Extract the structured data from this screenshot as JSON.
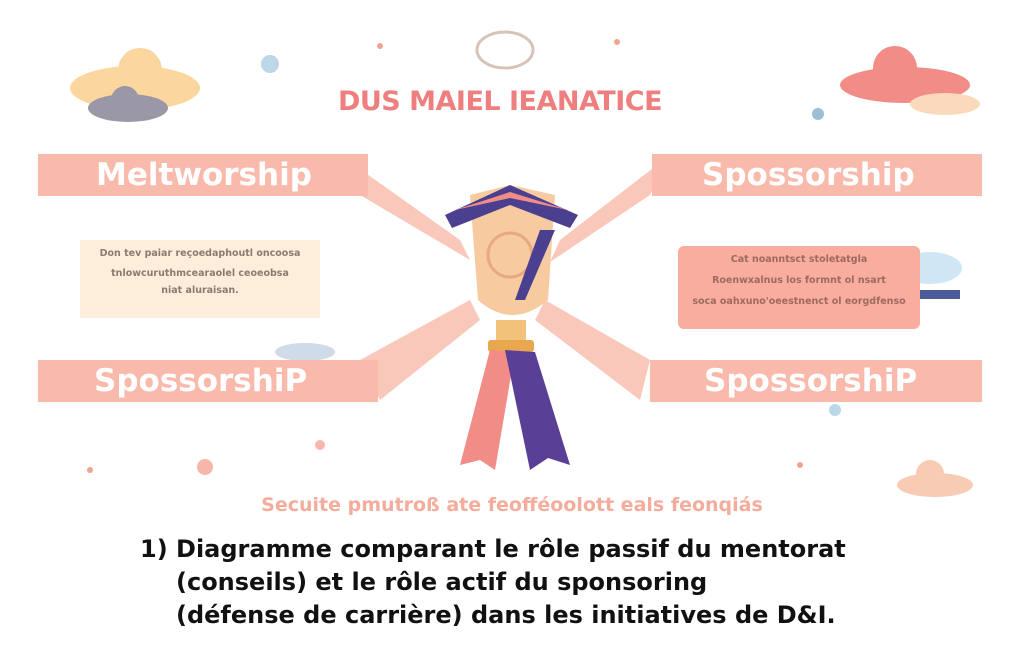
{
  "title": "DUS MAIEL IEANATICE",
  "bands": {
    "top_left": "Meltworship",
    "top_right": "Spossorship",
    "bottom_left": "SpossorshiP",
    "bottom_right": "SpossorshiP"
  },
  "left_box": [
    "Don tev paiar reçoedaphoutl oncoosa",
    "tnlowcuruthmcearaolel ceoeobsa",
    "niat aluraisan."
  ],
  "right_box": [
    "Cat noanntsct stoletatgla",
    "Roenwxalnus los formnt ol nsart",
    "soca oahxuno'oeestnenct ol eorgdfenso"
  ],
  "subtitle": "Secuite pmutroß ate feofféoolott eals feonqiás",
  "caption": [
    "1)  Diagramme comparant le rôle passif du mentorat",
    "(conseils) et le rôle actif du sponsoring",
    "(défense de carrière) dans les initiatives de D&I."
  ],
  "colors": {
    "title": "#ef7f7f",
    "band": "#f9b9ab",
    "purple": "#4b3f8f",
    "gold": "#f2c27a"
  }
}
